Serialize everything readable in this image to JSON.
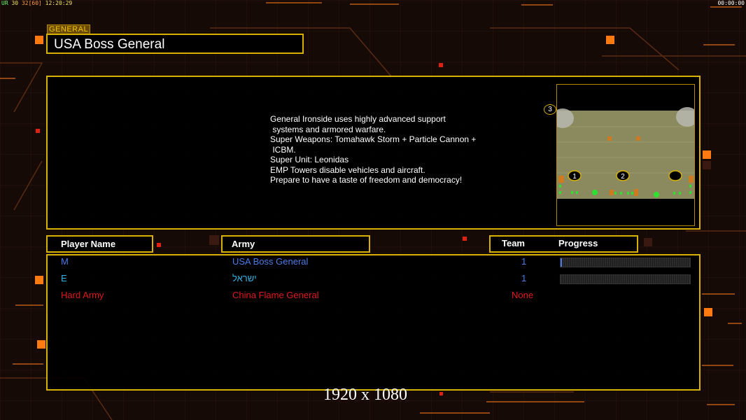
{
  "hud": {
    "stat_a": "UR",
    "stat_b": "30",
    "stat_c": "32",
    "stat_d": "[60]",
    "clock": "12:20:29",
    "timer": "00:00:00"
  },
  "header": {
    "section_label": "GENERAL",
    "general_name": "USA Boss General"
  },
  "description": {
    "lines": [
      "General Ironside uses highly advanced support",
      " systems and armored warfare.",
      "Super Weapons: Tomahawk Storm + Particle Cannon +",
      " ICBM.",
      "Super Unit: Leonidas",
      "EMP Towers disable vehicles and aircraft.",
      "",
      "Prepare to have a taste of freedom and democracy!"
    ]
  },
  "minimap": {
    "markers": [
      "1",
      "2",
      "3"
    ]
  },
  "columns": {
    "player": "Player Name",
    "army": "Army",
    "team": "Team",
    "progress": "Progress"
  },
  "players": [
    {
      "name": "M",
      "army": "USA Boss General",
      "team": "1",
      "progress": 0.01,
      "color": "#4a7be8"
    },
    {
      "name": "E",
      "army": "ישראל",
      "team": "1",
      "progress": 0,
      "color": "#2fb3e6"
    },
    {
      "name": "Hard Army",
      "army": "China Flame General",
      "team": "None",
      "color": "#e01818"
    }
  ],
  "footer": {
    "resolution": "1920 x 1080"
  },
  "colors": {
    "accent": "#d8b100",
    "title_label": "#f2c200"
  }
}
